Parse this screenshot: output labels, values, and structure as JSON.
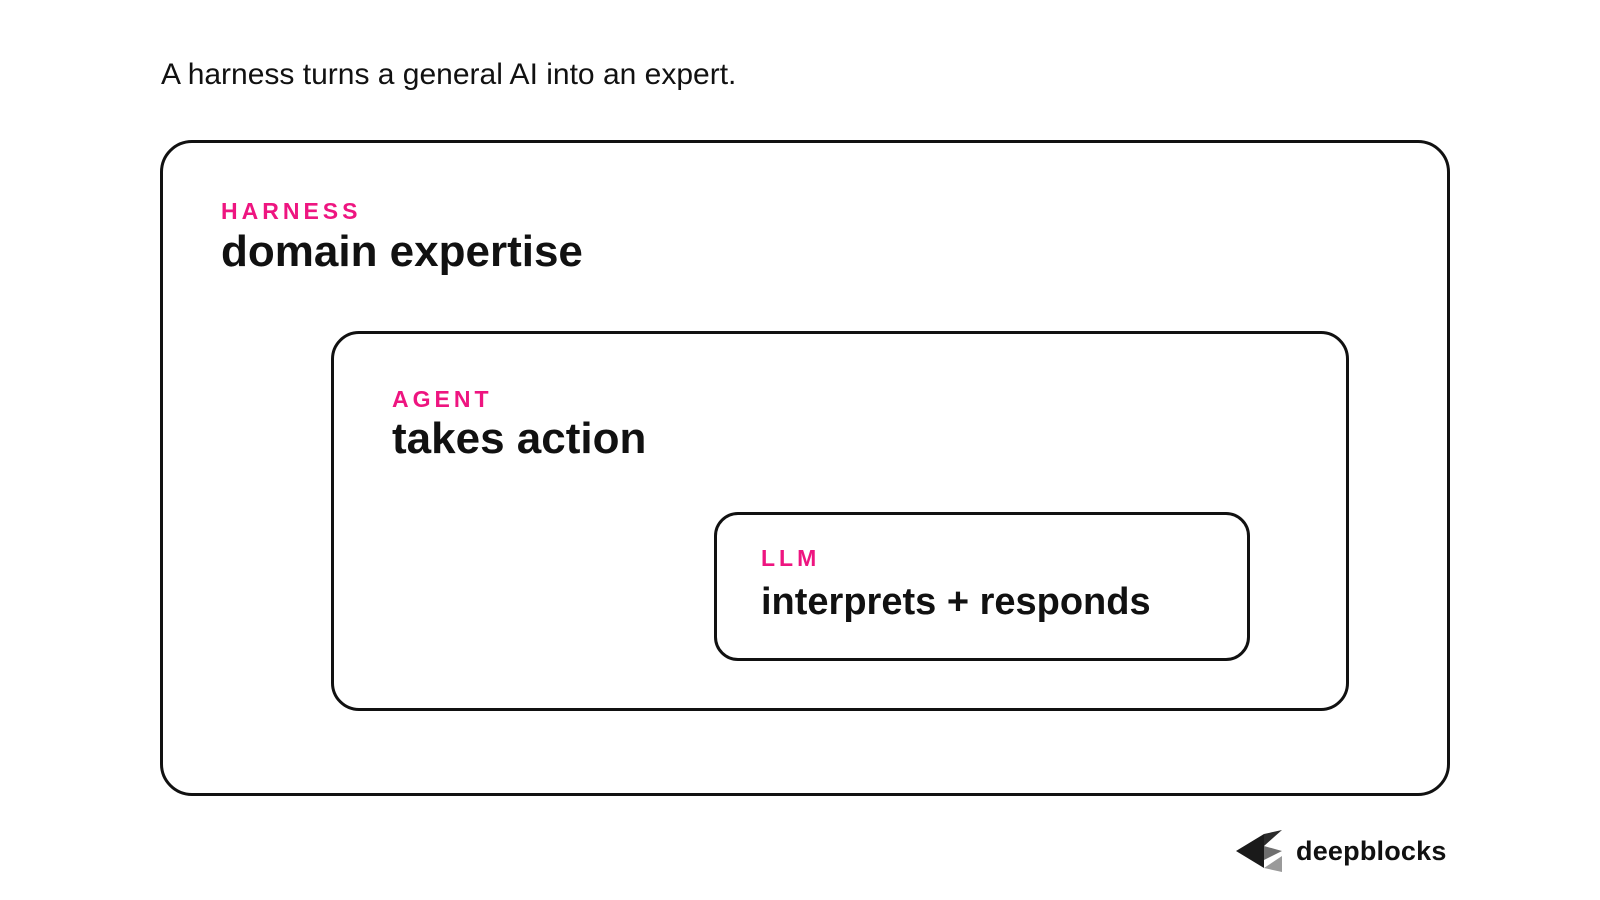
{
  "headline": "A harness turns a general AI into an expert.",
  "accent_color": "#ee1580",
  "layers": {
    "harness": {
      "tag": "HARNESS",
      "description": "domain expertise"
    },
    "agent": {
      "tag": "AGENT",
      "description": "takes action"
    },
    "llm": {
      "tag": "LLM",
      "description": "interprets + responds"
    }
  },
  "brand": {
    "name": "deepblocks",
    "icon": "deepblocks-logo-icon"
  }
}
